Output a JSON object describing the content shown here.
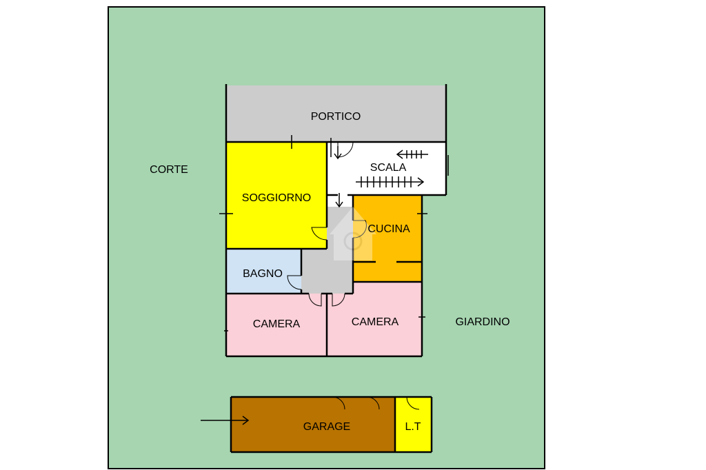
{
  "plan": {
    "colors": {
      "lot": "#a6d5b0",
      "portico": "#cccccc",
      "scala": "#ffffff",
      "soggiorno": "#ffff00",
      "cucina": "#ffc000",
      "bagno": "#cfe3f5",
      "corridoio": "#cccccc",
      "camera": "#fbd0d8",
      "garage": "#b87300",
      "lt": "#ffff00",
      "wall": "#000000"
    },
    "labels": {
      "corte": "CORTE",
      "giardino": "GIARDINO",
      "portico": "PORTICO",
      "scala": "SCALA",
      "soggiorno": "SOGGIORNO",
      "cucina": "CUCINA",
      "bagno": "BAGNO",
      "camera_left": "CAMERA",
      "camera_right": "CAMERA",
      "garage": "GARAGE",
      "lt": "L.T"
    }
  }
}
